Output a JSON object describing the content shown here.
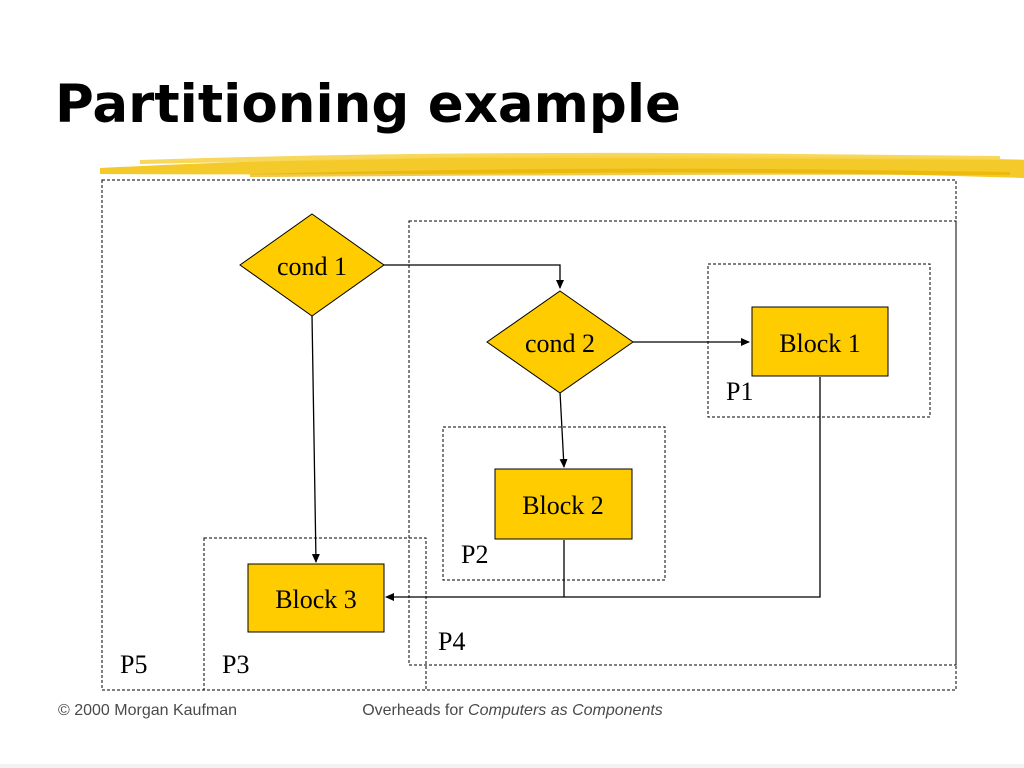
{
  "slide": {
    "title": "Partitioning example",
    "accent_color": "#f2c20c"
  },
  "diagram": {
    "fill_color": "#ffcc00",
    "stroke_color": "#000000",
    "nodes": {
      "cond1": "cond 1",
      "cond2": "cond 2",
      "block1": "Block 1",
      "block2": "Block 2",
      "block3": "Block 3"
    },
    "partitions": {
      "p1": "P1",
      "p2": "P2",
      "p3": "P3",
      "p4": "P4",
      "p5": "P5"
    }
  },
  "footer": {
    "copyright": "© 2000 Morgan Kaufman",
    "overheads_prefix": "Overheads for ",
    "book_title": "Computers as Components"
  }
}
